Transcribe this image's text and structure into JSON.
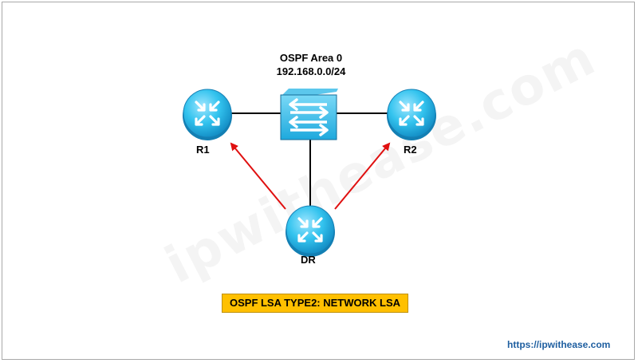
{
  "area": {
    "name": "OSPF Area 0",
    "subnet": "192.168.0.0/24"
  },
  "routers": {
    "r1": "R1",
    "r2": "R2",
    "dr": "DR"
  },
  "banner": "OSPF LSA TYPE2: NETWORK LSA",
  "url": "https://ipwithease.com",
  "watermark": "ipwithease.com",
  "colors": {
    "device": "#33c3ee",
    "device_dark": "#1a7fb0",
    "arrow": "#e01010",
    "banner": "#ffc000",
    "link": "#000000"
  },
  "icons": {
    "router": "router-icon",
    "switch": "switch-icon"
  }
}
